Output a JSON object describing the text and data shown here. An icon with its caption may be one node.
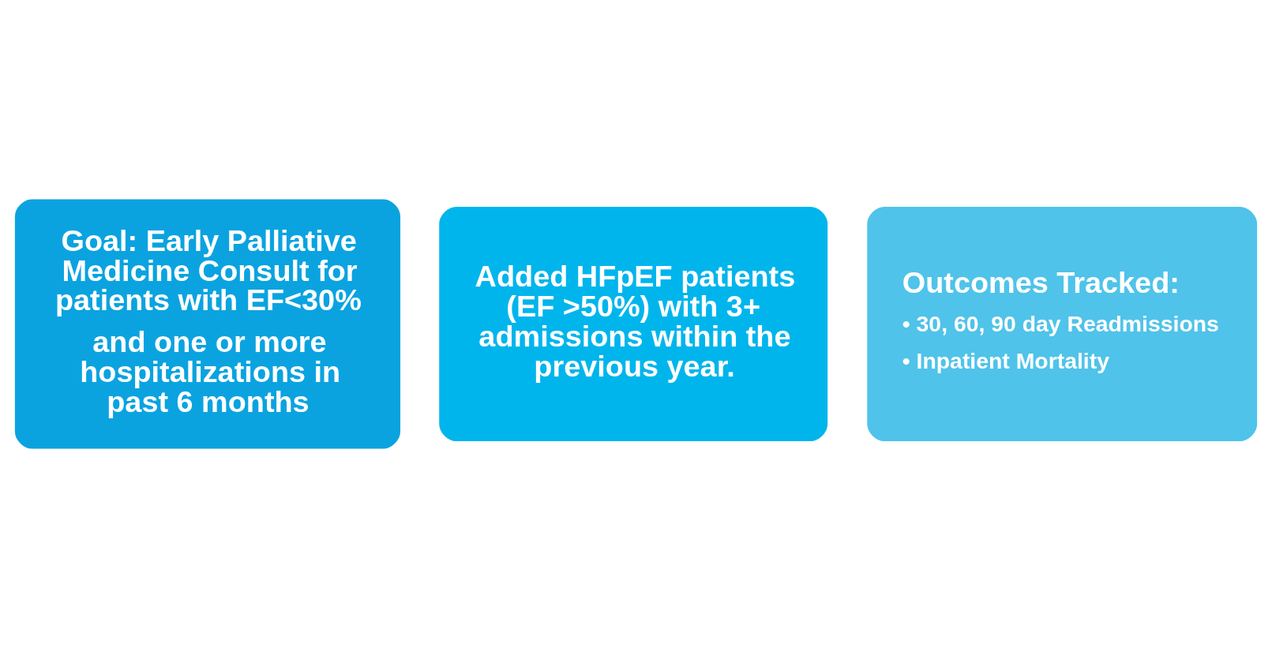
{
  "diagram": {
    "nodes": [
      {
        "text": [
          "Goal: Early Palliative Medicine Consult for patients with EF<30%",
          "and one or more hospitalizations in past 6 months"
        ]
      },
      {
        "text": [
          "Added HFpEF patients (EF >50%) with 3+ admissions within the previous year."
        ]
      },
      {
        "text": [
          "Outcomes Tracked:",
          "• 30, 60, 90 day Readmissions",
          "• Inpatient Mortality"
        ]
      }
    ]
  }
}
